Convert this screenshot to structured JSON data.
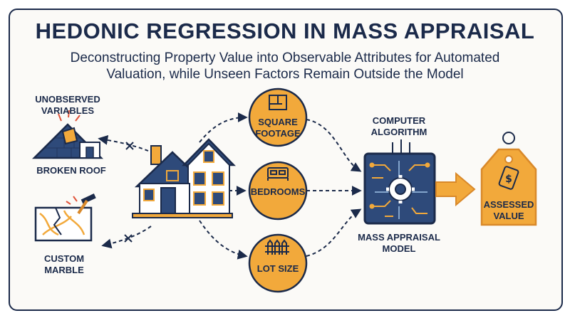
{
  "header": {
    "title": "HEDONIC REGRESSION IN MASS APPRAISAL",
    "subtitle_line1": "Deconstructing Property Value into Observable Attributes for Automated",
    "subtitle_line2": "Valuation, while Unseen Factors Remain Outside the Model"
  },
  "unobserved": {
    "heading_line1": "UNOBSERVED",
    "heading_line2": "VARIABLES",
    "items": [
      {
        "label": "BROKEN ROOF",
        "icon": "broken-roof-icon"
      },
      {
        "label_line1": "CUSTOM",
        "label_line2": "MARBLE",
        "icon": "cracked-marble-icon"
      }
    ]
  },
  "attributes": [
    {
      "label_line1": "SQUARE",
      "label_line2": "FOOTAGE",
      "icon": "floorplan-icon"
    },
    {
      "label": "BEDROOMS",
      "icon": "bed-icon"
    },
    {
      "label": "LOT SIZE",
      "icon": "fence-icon"
    }
  ],
  "model": {
    "top_label_line1": "COMPUTER",
    "top_label_line2": "ALGORITHM",
    "bottom_label_line1": "MASS APPRAISAL",
    "bottom_label_line2": "MODEL",
    "icon": "circuit-gear-icon"
  },
  "output": {
    "label_line1": "ASSESSED",
    "label_line2": "VALUE",
    "icon": "price-tag-icon"
  },
  "colors": {
    "navy": "#1b2a4a",
    "orange": "#f2a93b",
    "orange_dark": "#d9892a",
    "cream": "#fbfaf7",
    "chip": "#2e4a7a"
  }
}
